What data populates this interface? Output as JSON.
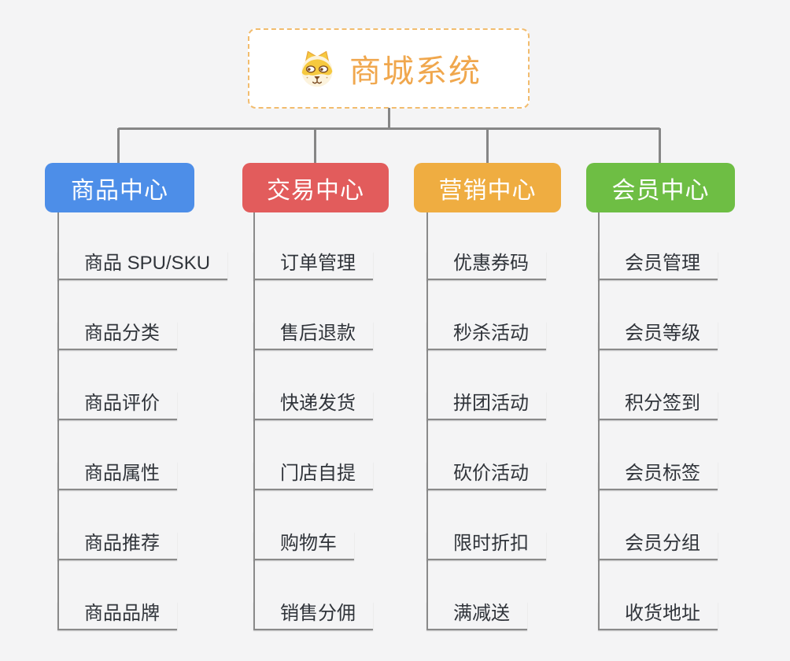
{
  "root": {
    "title": "商城系统",
    "icon": "dog-face-icon",
    "text_color": "#f0a74d",
    "border_color": "#f2bc6e"
  },
  "connector_color": "#868686",
  "underline_color": "#8a8a8a",
  "background_color": "#f4f4f5",
  "branches": [
    {
      "label": "商品中心",
      "color": "#4d8ee8",
      "items": [
        "商品 SPU/SKU",
        "商品分类",
        "商品评价",
        "商品属性",
        "商品推荐",
        "商品品牌"
      ]
    },
    {
      "label": "交易中心",
      "color": "#e25c5c",
      "items": [
        "订单管理",
        "售后退款",
        "快递发货",
        "门店自提",
        "购物车",
        "销售分佣"
      ]
    },
    {
      "label": "营销中心",
      "color": "#efad41",
      "items": [
        "优惠券码",
        "秒杀活动",
        "拼团活动",
        "砍价活动",
        "限时折扣",
        "满减送"
      ]
    },
    {
      "label": "会员中心",
      "color": "#6ebe44",
      "items": [
        "会员管理",
        "会员等级",
        "积分签到",
        "会员标签",
        "会员分组",
        "收货地址"
      ]
    }
  ]
}
